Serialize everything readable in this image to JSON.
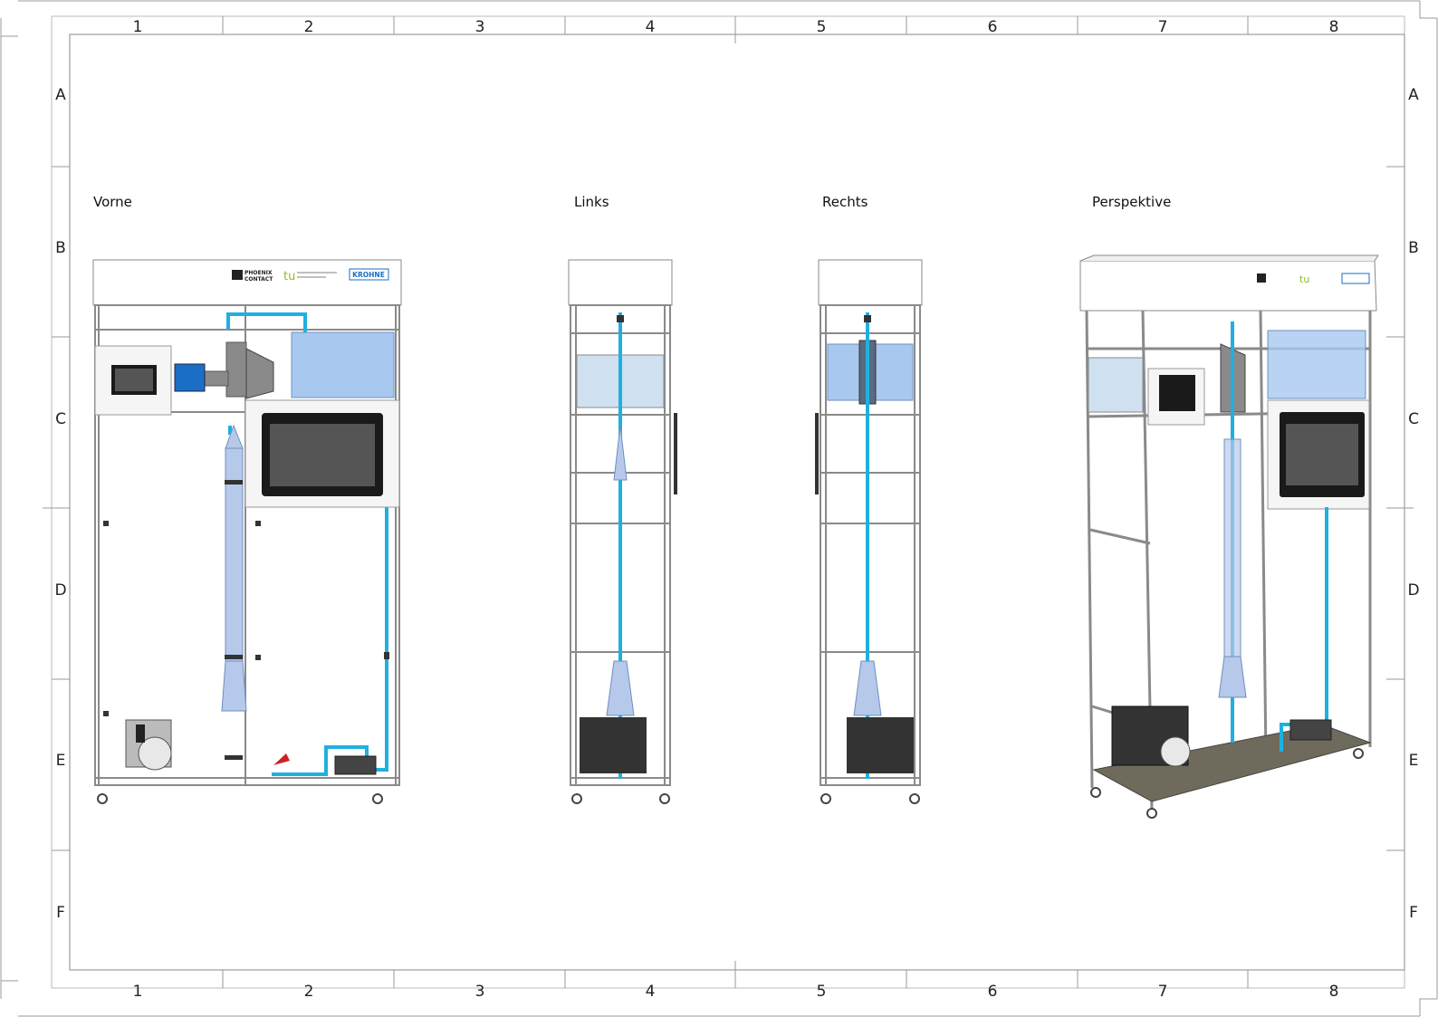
{
  "grid": {
    "columns": [
      "1",
      "2",
      "3",
      "4",
      "5",
      "6",
      "7",
      "8"
    ],
    "rows": [
      "A",
      "B",
      "C",
      "D",
      "E",
      "F"
    ]
  },
  "views": {
    "front": "Vorne",
    "left": "Links",
    "right": "Rechts",
    "perspective": "Perspektive"
  },
  "logos": {
    "phoenix_line1": "PHOENIX",
    "phoenix_line2": "CONTACT",
    "tu": "tu",
    "krohne": "KROHNE"
  },
  "colors": {
    "frame": "#8a8a8a",
    "water": "#1fb0e0",
    "tank": "#a8c8f0",
    "panel_dark": "#1a1a1a",
    "screen": "#555555",
    "floor": "#6e6b5c"
  }
}
